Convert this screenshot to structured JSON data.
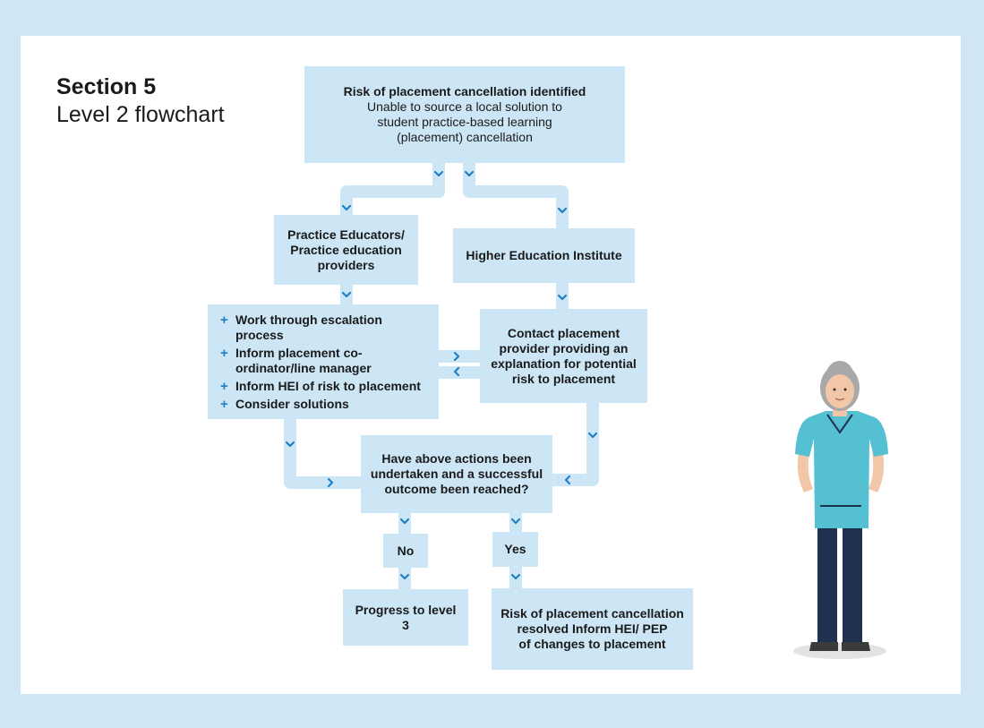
{
  "header": {
    "section": "Section 5",
    "subtitle": "Level 2 flowchart"
  },
  "nodes": {
    "start_title": "Risk of placement cancellation identified",
    "start_body": "Unable to source a local solution to student practice-based learning (placement) cancellation",
    "pep": "Practice Educators/ Practice education providers",
    "hei": "Higher Education Institute",
    "actions": [
      "Work through escalation process",
      "Inform placement co-ordinator/line manager",
      "Inform HEI of risk to placement",
      "Consider solutions"
    ],
    "contact": "Contact placement provider providing an explanation for potential risk to placement",
    "decision": "Have above actions been undertaken and a successful outcome been reached?",
    "no": "No",
    "yes": "Yes",
    "progress": "Progress to level 3",
    "resolved_pre": "Risk of placement cancellation",
    "resolved_bold": "resolved Inform",
    "resolved_post": "HEI/ PEP",
    "resolved_last": "of changes to placement"
  },
  "colors": {
    "background": "#cfe6f5",
    "box": "#cde6f6",
    "arrow": "#1f7fc4"
  },
  "illustration": "nurse-figure"
}
